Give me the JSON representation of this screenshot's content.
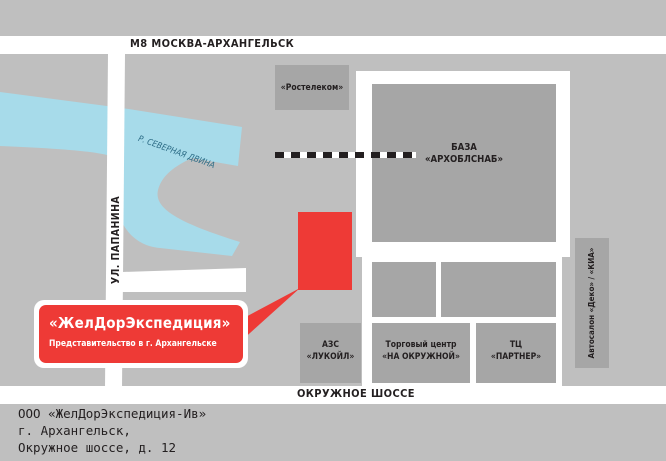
{
  "map": {
    "roads": {
      "m8": "М8  МОСКВА-АРХАНГЕЛЬСК",
      "papanina": "УЛ. ПАПАНИНА",
      "okruzhnoe": "ОКРУЖНОЕ ШОССЕ"
    },
    "river": "Р. СЕВЕРНАЯ ДВИНА",
    "buildings": {
      "rostelecom": "«Ростелеком»",
      "baza": [
        "БАЗА",
        "«АРХОБЛСНАБ»"
      ],
      "azs": [
        "АЗС",
        "«ЛУКОЙЛ»"
      ],
      "tc_okruzhnoy": [
        "Торговый центр",
        "«НА ОКРУЖНОЙ»"
      ],
      "tc_partner": [
        "ТЦ",
        "«ПАРТНЕР»"
      ],
      "autosalon": "Автосалон «Деко» / «КИА»"
    },
    "callout": {
      "title": "«ЖелДорЭкспедиция»",
      "subtitle": "Представительство в г. Архангельске"
    }
  },
  "address": {
    "line1": "ООО «ЖелДорЭкспедиция-Ив»",
    "line2": "г. Архангельск,",
    "line3": "Окружное шоссе, д. 12"
  },
  "colors": {
    "background": "#bfbfbf",
    "road": "#ffffff",
    "building": "#a6a6a6",
    "river": "#a7dbea",
    "target": "#ee3a36"
  }
}
